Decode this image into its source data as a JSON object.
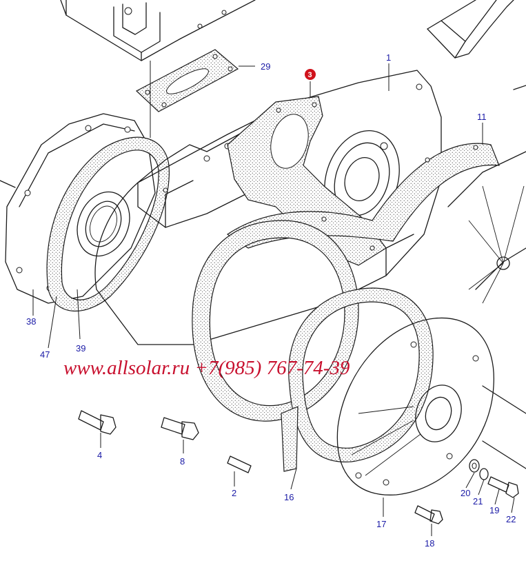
{
  "diagram": {
    "callouts": [
      {
        "id": "c1",
        "label": "1"
      },
      {
        "id": "c3",
        "label": "3",
        "highlighted": true
      },
      {
        "id": "c11",
        "label": "11"
      },
      {
        "id": "c29",
        "label": "29"
      },
      {
        "id": "c38",
        "label": "38"
      },
      {
        "id": "c47",
        "label": "47"
      },
      {
        "id": "c39",
        "label": "39"
      },
      {
        "id": "c4",
        "label": "4"
      },
      {
        "id": "c8",
        "label": "8"
      },
      {
        "id": "c2",
        "label": "2"
      },
      {
        "id": "c16",
        "label": "16"
      },
      {
        "id": "c17",
        "label": "17"
      },
      {
        "id": "c20",
        "label": "20"
      },
      {
        "id": "c21",
        "label": "21"
      },
      {
        "id": "c19",
        "label": "19"
      },
      {
        "id": "c22",
        "label": "22"
      },
      {
        "id": "c18",
        "label": "18"
      }
    ],
    "colors": {
      "line": "#1a1a1a",
      "callout_text": "#1a1aa6",
      "highlight_badge": "#d0121b",
      "watermark": "#c8102e"
    }
  },
  "watermark": {
    "text": "www.allsolar.ru +7(985) 767-74-39"
  }
}
